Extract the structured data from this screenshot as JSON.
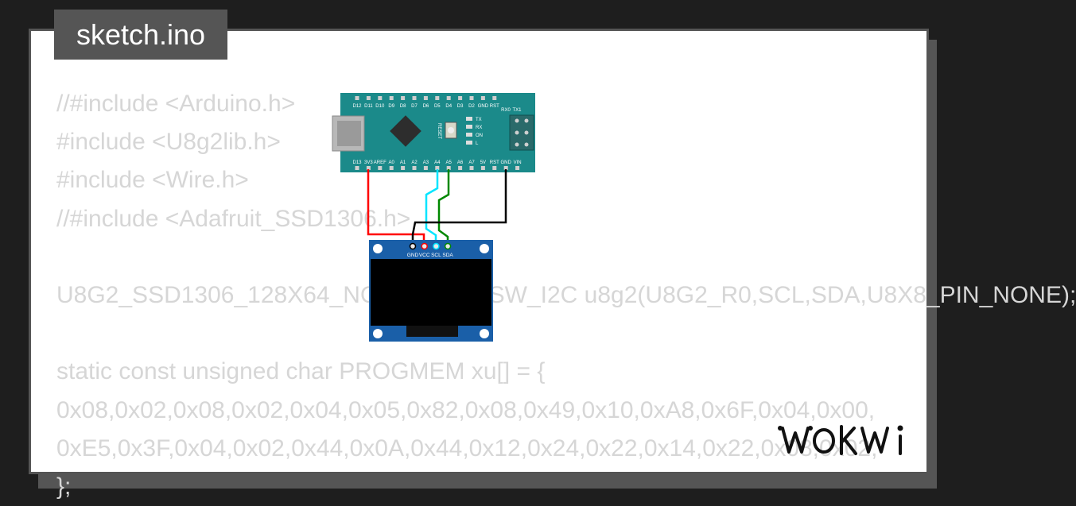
{
  "file_tab": {
    "title": "sketch.ino"
  },
  "code_lines": [
    "//#include <Arduino.h>",
    "#include <U8g2lib.h>",
    "#include <Wire.h>",
    "//#include <Adafruit_SSD1306.h>",
    "",
    "U8G2_SSD1306_128X64_NONAME_F_SW_I2C u8g2(U8G2_R0,SCL,SDA,U8X8_PIN_NONE);",
    "",
    "static const unsigned char PROGMEM xu[] = {",
    "0x08,0x02,0x08,0x02,0x04,0x05,0x82,0x08,0x49,0x10,0xA8,0x6F,0x04,0x00,",
    "0xE5,0x3F,0x04,0x02,0x44,0x0A,0x44,0x12,0x24,0x22,0x14,0x22,0x08,0x02,",
    "};"
  ],
  "arduino": {
    "top_pins": [
      "D12",
      "D11",
      "D10",
      "D9",
      "D8",
      "D7",
      "D6",
      "D5",
      "D4",
      "D3",
      "D2",
      "GND",
      "RST"
    ],
    "top_right_labels": [
      "RX0",
      "TX1"
    ],
    "bottom_pins": [
      "D13",
      "3V3",
      "AREF",
      "A0",
      "A1",
      "A2",
      "A3",
      "A4",
      "A5",
      "A6",
      "A7",
      "5V",
      "RST",
      "GND",
      "VIN"
    ],
    "reset_label": "RESET",
    "led_labels": [
      "TX",
      "RX",
      "ON",
      "L"
    ]
  },
  "oled": {
    "pins": [
      "GND",
      "VCC",
      "SCL",
      "SDA"
    ]
  },
  "wire_colors": {
    "vcc": "#ff0000",
    "scl": "#00e5ff",
    "sda": "#008800",
    "gnd": "#000000"
  },
  "board_colors": {
    "arduino": "#1b8a8a",
    "oled": "#1a5fa8"
  },
  "brand": {
    "logo": "WOKWI"
  }
}
